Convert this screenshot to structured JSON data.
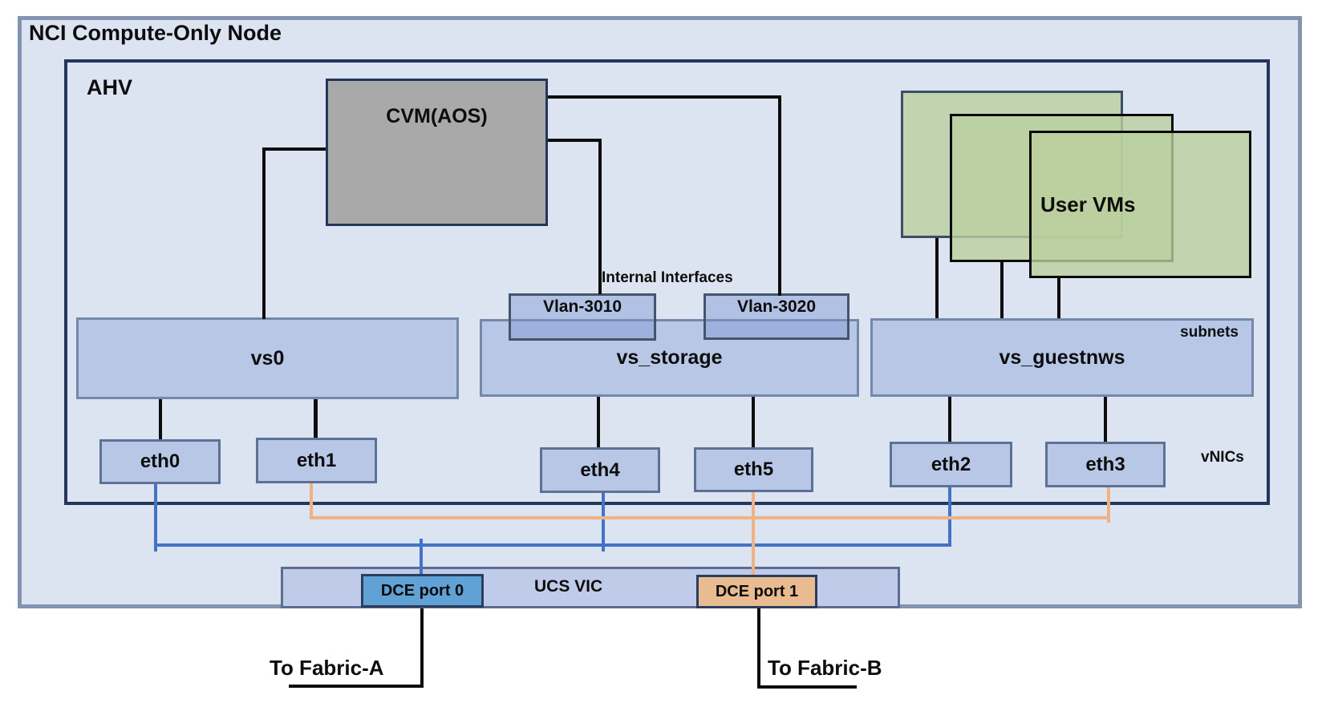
{
  "node": {
    "title": "NCI Compute-Only Node"
  },
  "ahv": {
    "label": "AHV"
  },
  "cvm": {
    "label": "CVM(AOS)"
  },
  "user_vms": {
    "label": "User VMs",
    "count_shown": 3
  },
  "internal_interfaces": {
    "label": "Internal Interfaces"
  },
  "vlans": [
    {
      "label": "Vlan-3010"
    },
    {
      "label": "Vlan-3020"
    }
  ],
  "switches": [
    {
      "label": "vs0"
    },
    {
      "label": "vs_storage"
    },
    {
      "label": "vs_guestnws"
    }
  ],
  "annotations": {
    "subnets": "subnets",
    "vnics": "vNICs"
  },
  "vnics": [
    {
      "label": "eth0"
    },
    {
      "label": "eth1"
    },
    {
      "label": "eth4"
    },
    {
      "label": "eth5"
    },
    {
      "label": "eth2"
    },
    {
      "label": "eth3"
    }
  ],
  "vic": {
    "label": "UCS VIC",
    "ports": [
      {
        "label": "DCE port 0",
        "fill": "#60a1d6"
      },
      {
        "label": "DCE port 1",
        "fill": "#e9bb90"
      }
    ]
  },
  "fabrics": [
    {
      "label": "To Fabric-A"
    },
    {
      "label": "To Fabric-B"
    }
  ],
  "colors": {
    "fabric_a_path": "#4472c4",
    "fabric_b_path": "#f0b183",
    "node_fill": "#dce4f2",
    "switch_fill": "#b9c7e6",
    "cvm_fill": "#a9a9a9",
    "vm_fill": "#cdddb9",
    "ahv_border": "#24365c",
    "connector_black": "#0d0d0d"
  }
}
